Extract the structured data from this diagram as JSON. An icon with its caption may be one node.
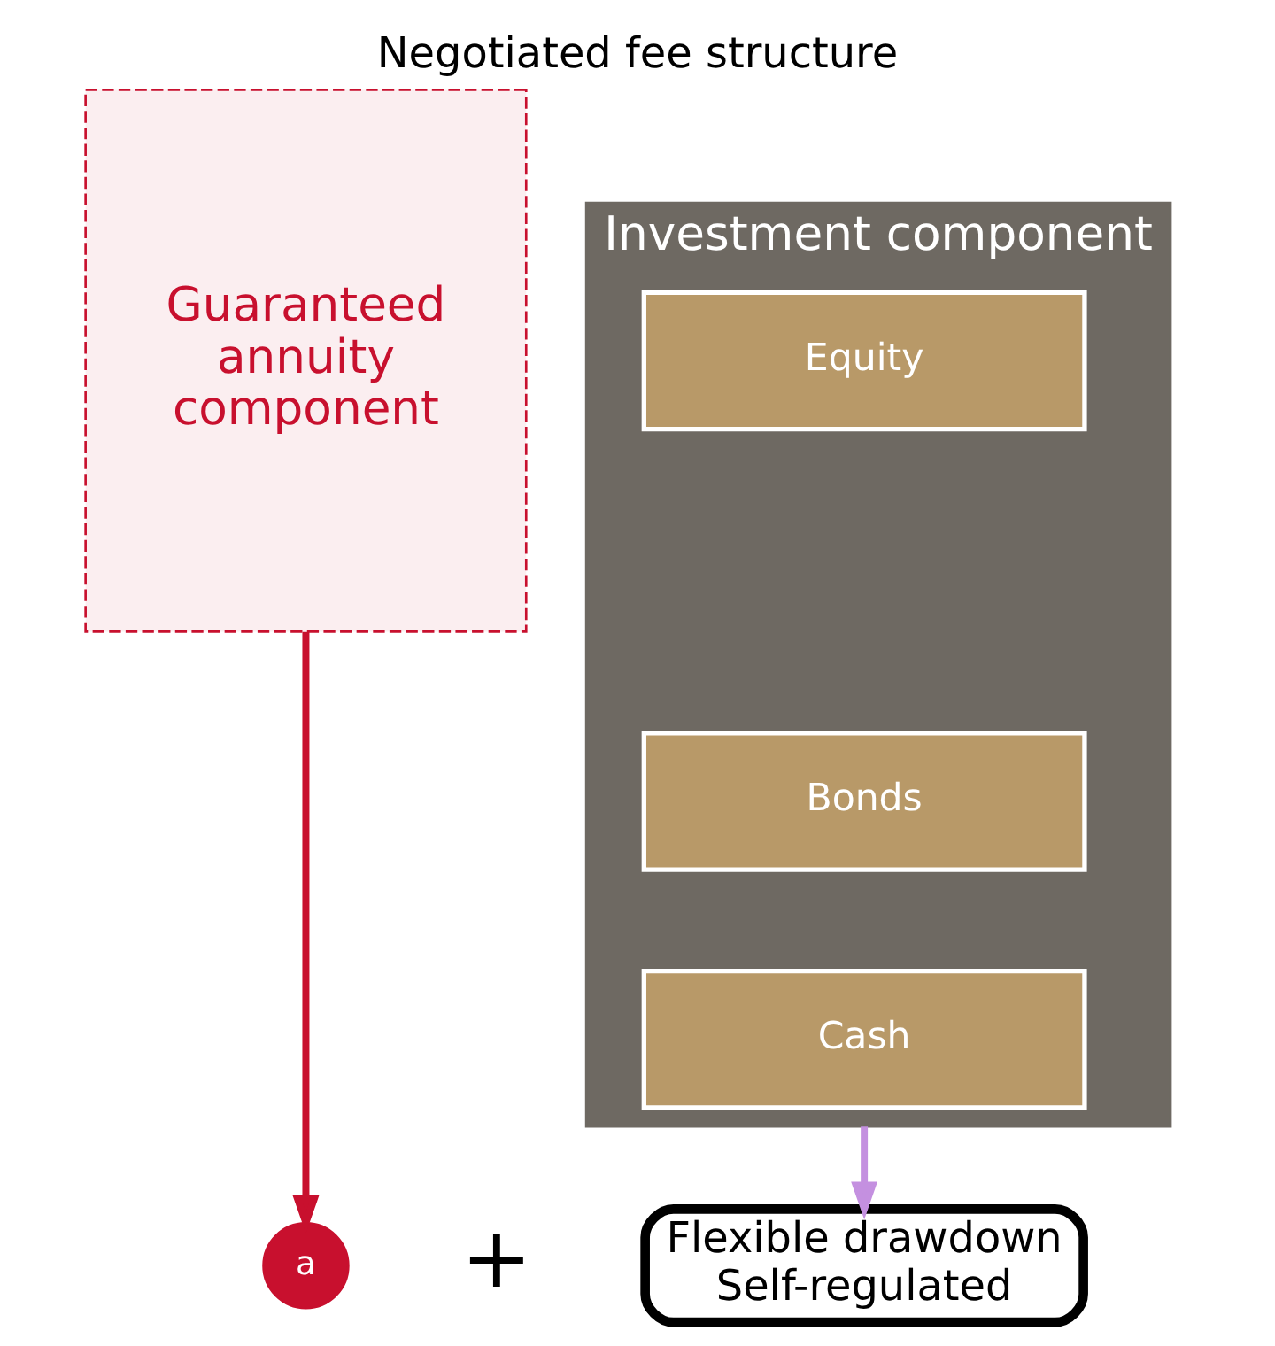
{
  "diagram": {
    "title": "Negotiated fee structure",
    "nodes": [
      {
        "text": [
          "Guaranteed annuity component"
        ]
      },
      {
        "text": [
          "Investment component"
        ]
      },
      {
        "text": [
          "Equity"
        ],
        "in": 1
      },
      {
        "text": [
          "Bonds"
        ],
        "in": 1
      },
      {
        "text": [
          "Cash"
        ],
        "in": 1
      },
      {
        "text": [
          "a"
        ]
      },
      {
        "text": [
          "Flexible drawdown",
          "Self-regulated"
        ]
      }
    ],
    "edges": [
      {
        "from": 0,
        "to": 5,
        "arrow": "to",
        "color": "#c8102e"
      },
      {
        "from": 1,
        "to": 6,
        "arrow": "to",
        "color": "#c490e0"
      }
    ],
    "labels": [
      "+"
    ]
  }
}
